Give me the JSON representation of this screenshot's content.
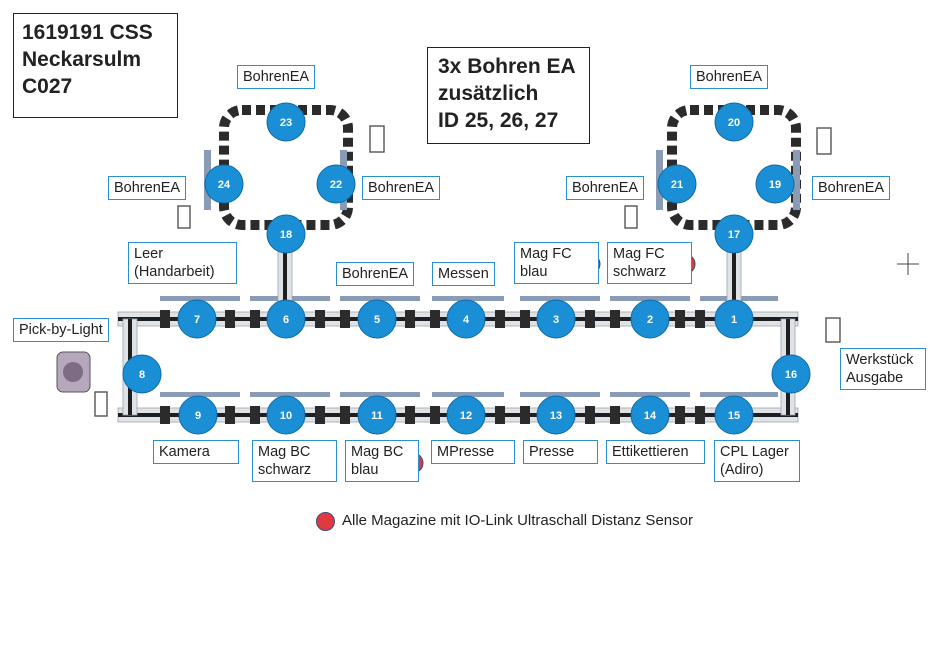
{
  "header": {
    "text": "1619191 CSS\nNeckarsulm\nC027"
  },
  "note": {
    "text": "3x Bohren EA\nzusätzlich\nID 25, 26, 27"
  },
  "labels": {
    "bohrenea_top_left": "BohrenEA",
    "bohrenea_left_w": "BohrenEA",
    "bohrenea_left_e": "BohrenEA",
    "bohrenea_top_right": "BohrenEA",
    "bohrenea_right_w": "BohrenEA",
    "bohrenea_right_e": "BohrenEA",
    "leer": "Leer\n(Handarbeit)",
    "bohrenea_mid": "BohrenEA",
    "messen": "Messen",
    "mag_fc_blau": "Mag FC\nblau",
    "mag_fc_schwarz": "Mag FC\nschwarz",
    "pick_by_light": "Pick-by-Light",
    "werkstueck_ausgabe": "Werkstück\nAusgabe",
    "kamera": "Kamera",
    "mag_bc_schwarz": "Mag BC\nschwarz",
    "mag_bc_blau": "Mag BC\nblau",
    "mpresse": "MPresse",
    "presse": "Presse",
    "etikettieren": "Ettikettieren",
    "cpl_lager": "CPL Lager\n(Adiro)"
  },
  "stations": [
    "1",
    "2",
    "3",
    "4",
    "5",
    "6",
    "7",
    "8",
    "9",
    "10",
    "11",
    "12",
    "13",
    "14",
    "15",
    "16",
    "17",
    "18",
    "19",
    "20",
    "21",
    "22",
    "23",
    "24"
  ],
  "legend": {
    "text": "Alle Magazine mit IO-Link Ultraschall Distanz Sensor"
  },
  "colors": {
    "station": "#1a8fd6",
    "label_border": "#2a8fd0",
    "sensor": "#e03a3e",
    "track": "#1e1e1e"
  }
}
